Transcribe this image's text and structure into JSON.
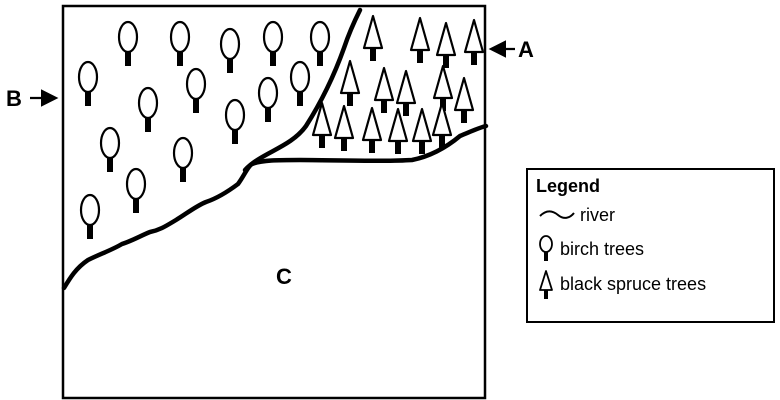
{
  "labels": {
    "a": "A",
    "b": "B",
    "c": "C"
  },
  "legend": {
    "title": "Legend",
    "items": [
      {
        "icon": "river-icon",
        "label": "river"
      },
      {
        "icon": "birch-tree-icon",
        "label": "birch trees"
      },
      {
        "icon": "black-spruce-tree-icon",
        "label": "black spruce trees"
      }
    ]
  },
  "colors": {
    "line": "#000000",
    "background": "#ffffff"
  }
}
